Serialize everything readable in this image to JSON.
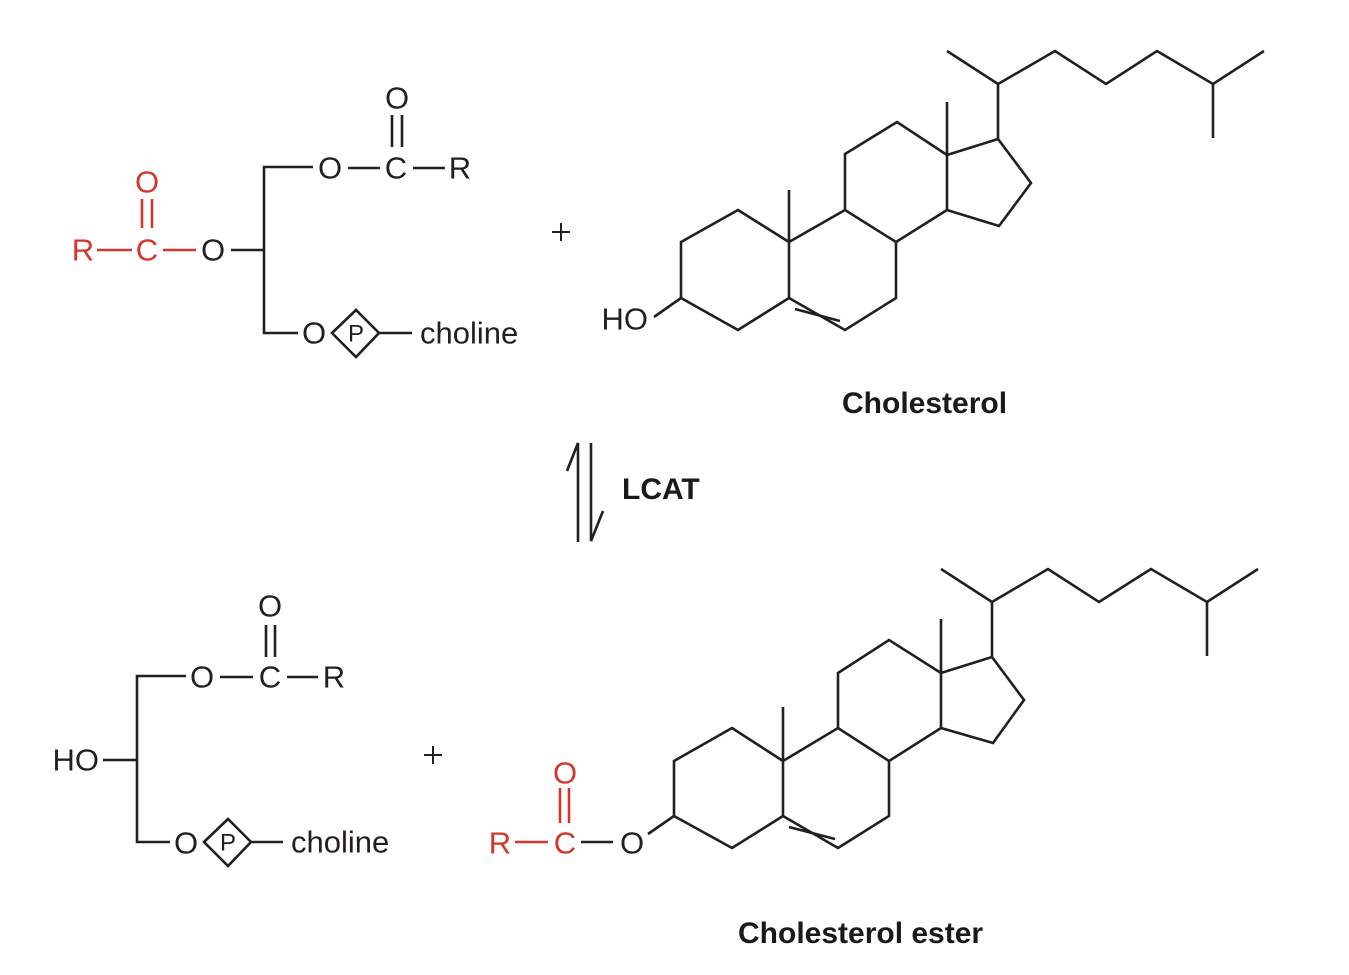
{
  "figure": {
    "reaction_enzyme": "LCAT",
    "reactants": {
      "lecithin": {
        "acyl_R": "R",
        "acyl_C": "C",
        "acyl_O_double": "O",
        "ester_O": "O",
        "sn1_O": "O",
        "sn1_C": "C",
        "sn1_O_double": "O",
        "sn1_R": "R",
        "phosphate_O": "O",
        "phosphate_P": "P",
        "headgroup": "choline"
      },
      "plus": "+",
      "cholesterol": {
        "hydroxyl": "HO",
        "name": "Cholesterol"
      }
    },
    "products": {
      "lysolecithin": {
        "hydroxyl": "HO",
        "sn1_O": "O",
        "sn1_C": "C",
        "sn1_O_double": "O",
        "sn1_R": "R",
        "phosphate_O": "O",
        "phosphate_P": "P",
        "headgroup": "choline"
      },
      "plus": "+",
      "cholesterol_ester": {
        "acyl_R": "R",
        "acyl_C": "C",
        "acyl_O_double": "O",
        "ester_O": "O",
        "name": "Cholesterol ester"
      }
    },
    "colors": {
      "transferred_acyl": "#d2372c",
      "ink": "#231f20"
    }
  }
}
